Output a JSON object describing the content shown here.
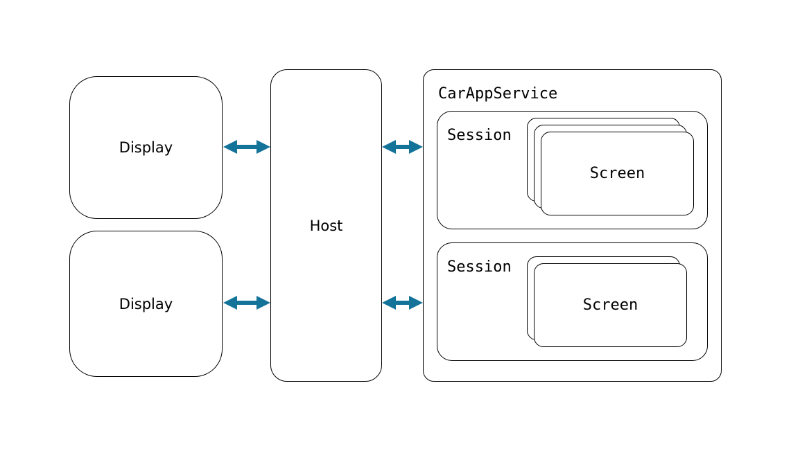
{
  "colors": {
    "arrow": "#147399",
    "border": "#000000",
    "background": "#ffffff"
  },
  "displays": [
    {
      "label": "Display"
    },
    {
      "label": "Display"
    }
  ],
  "host": {
    "label": "Host"
  },
  "car_app_service": {
    "label": "CarAppService",
    "sessions": [
      {
        "label": "Session",
        "screen_label": "Screen",
        "stack_depth": 3
      },
      {
        "label": "Session",
        "screen_label": "Screen",
        "stack_depth": 2
      }
    ]
  }
}
